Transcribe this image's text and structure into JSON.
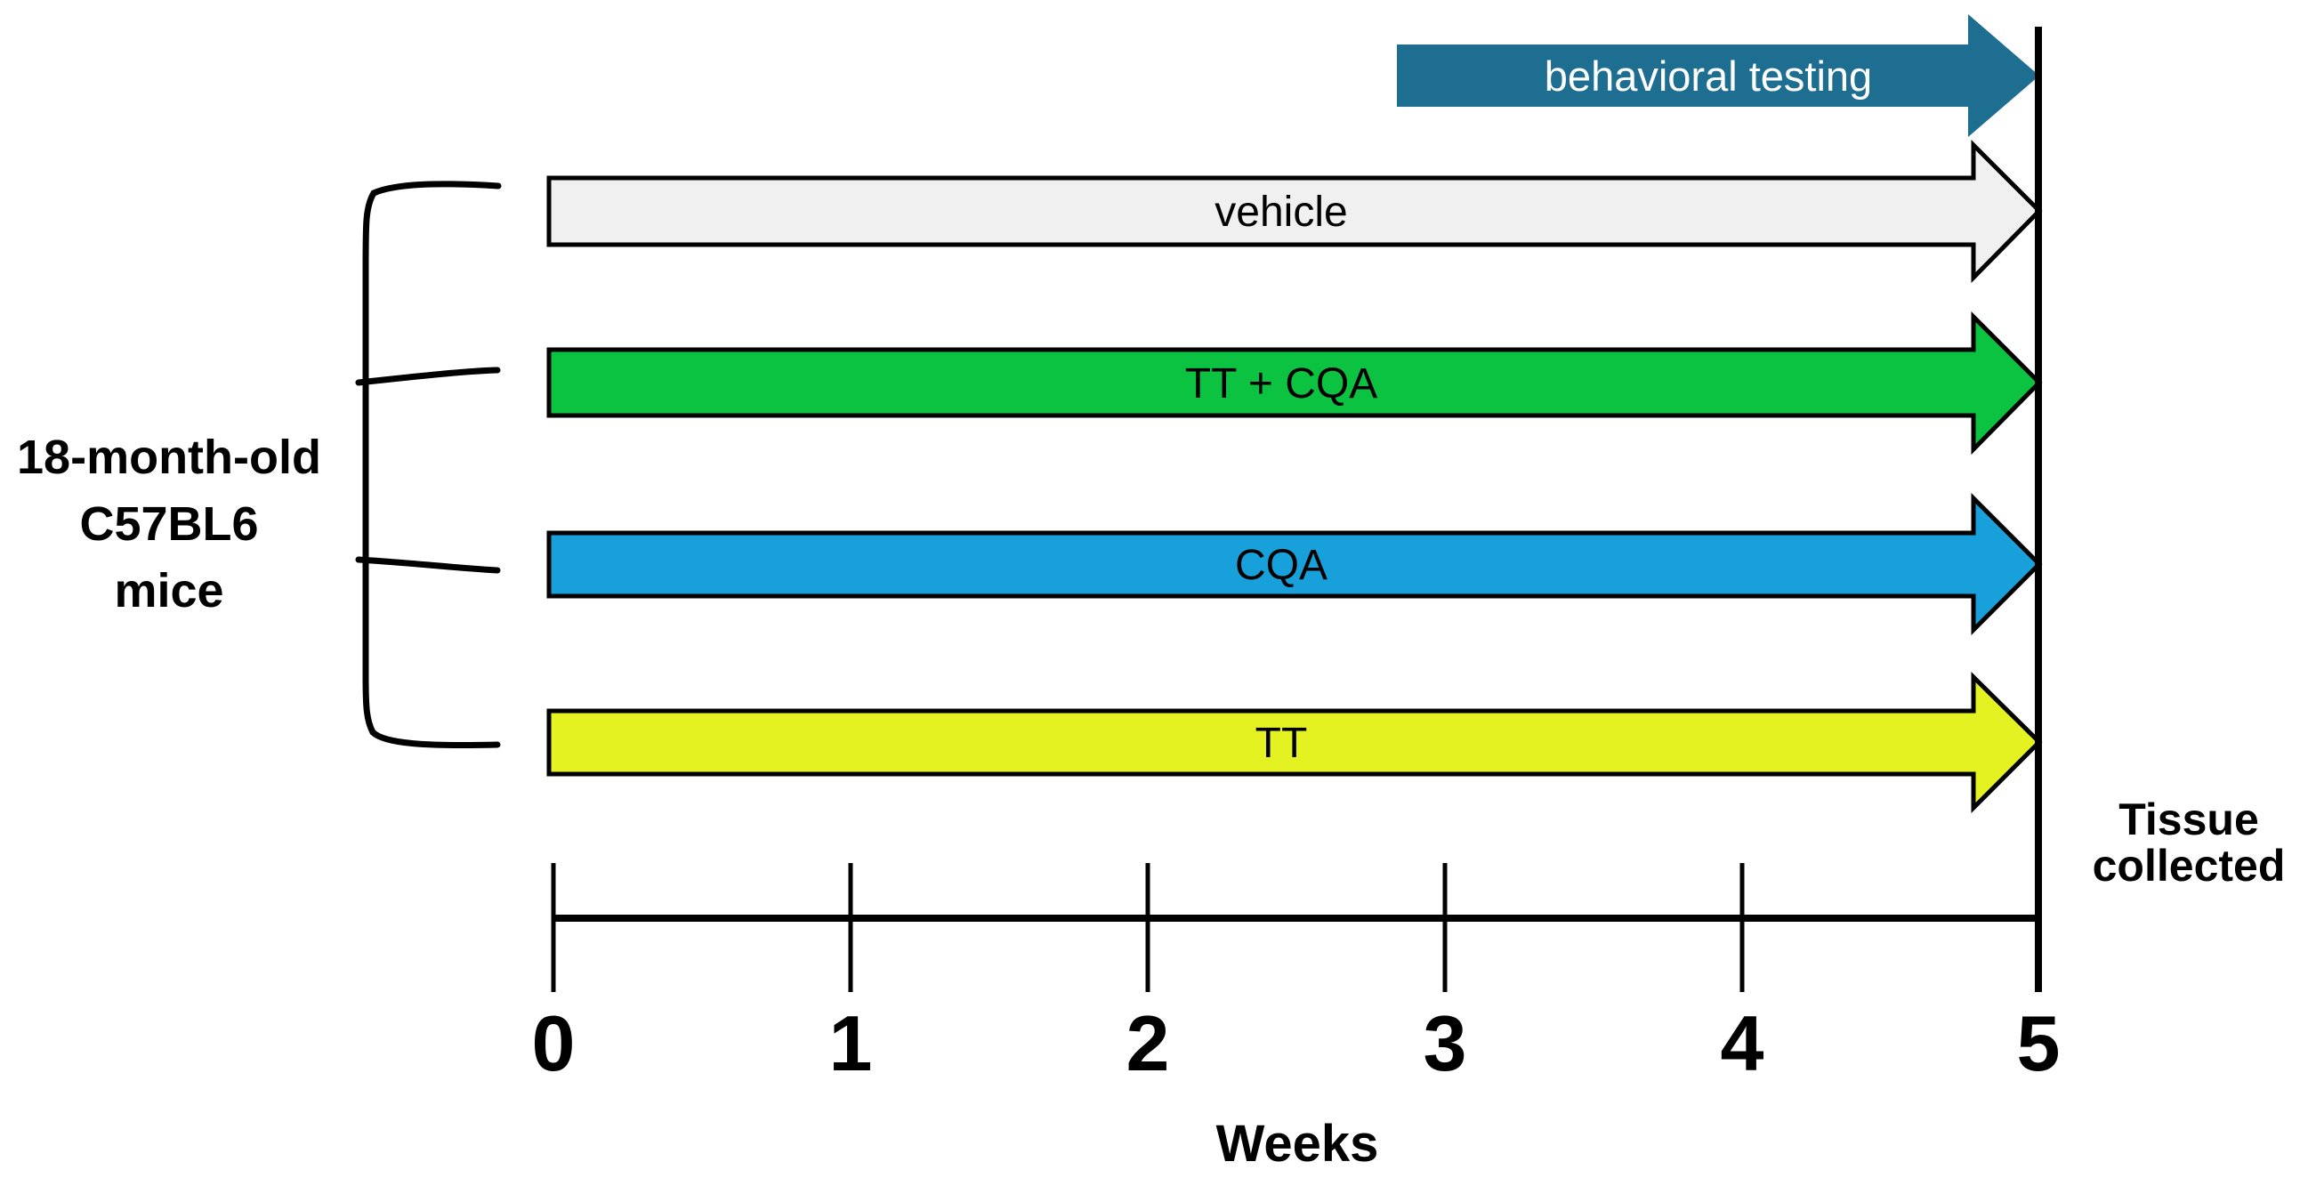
{
  "cohort_label": {
    "lines": [
      "18-month-old",
      "C57BL6",
      "mice"
    ]
  },
  "behavioral_arrow": {
    "label": "behavioral testing",
    "fill": "#1E6E91",
    "text_color": "#FFFFFF"
  },
  "groups": [
    {
      "label": "vehicle",
      "fill": "#F0F0F0"
    },
    {
      "label": "TT + CQA",
      "fill": "#0CC341"
    },
    {
      "label": "CQA",
      "fill": "#18A0DB"
    },
    {
      "label": "TT",
      "fill": "#E4F222"
    }
  ],
  "timeline": {
    "axis_label": "Weeks",
    "tick_labels": [
      "0",
      "1",
      "2",
      "3",
      "4",
      "5"
    ]
  },
  "endpoint_label": {
    "lines": [
      "Tissue",
      "collected"
    ]
  },
  "line_color": "#000000",
  "outline_color": "#000000"
}
